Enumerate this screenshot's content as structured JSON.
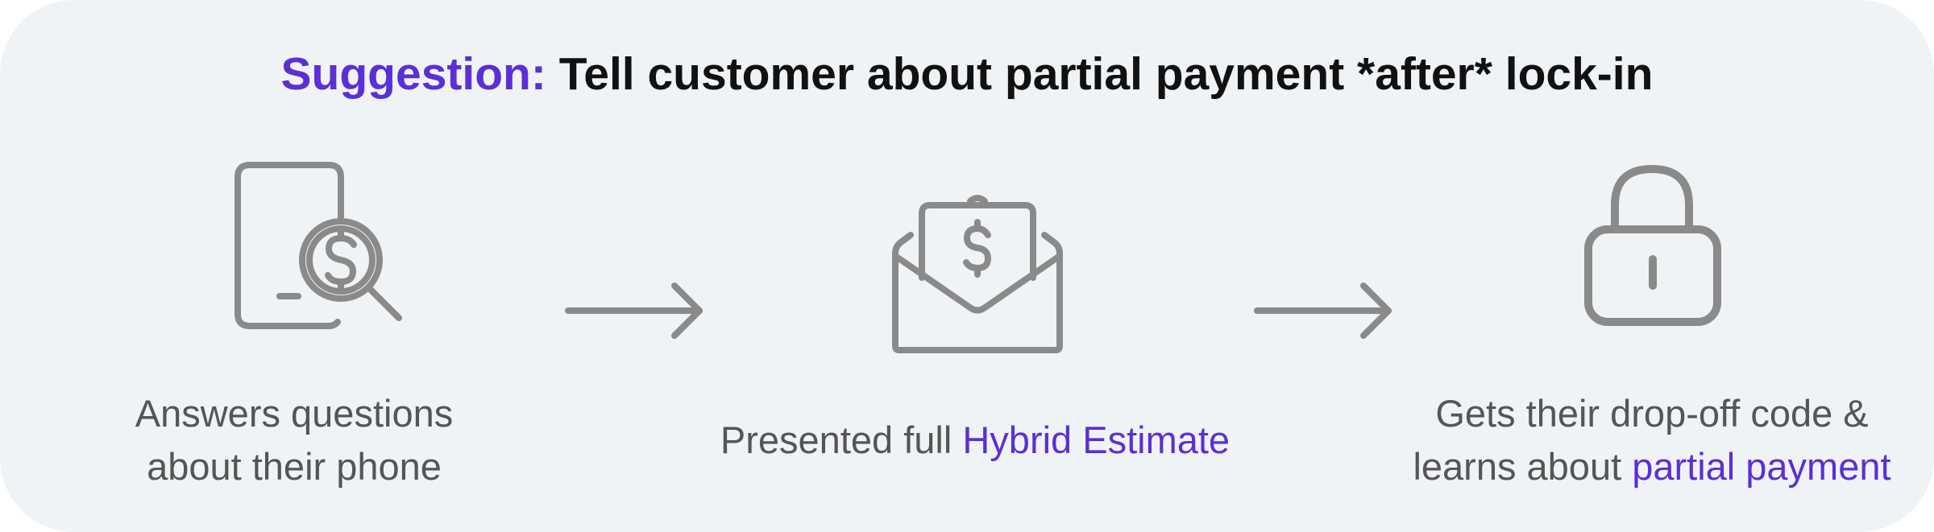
{
  "title": {
    "prefix": "Suggestion:",
    "text": "Tell customer about partial payment *after* lock-in"
  },
  "steps": [
    {
      "icon": "phone-search-dollar-icon",
      "line1": "Answers questions",
      "line2": "about their phone"
    },
    {
      "icon": "envelope-dollar-icon",
      "text": "Presented full ",
      "accent": "Hybrid Estimate"
    },
    {
      "icon": "lock-icon",
      "line1": "Gets their drop-off code &",
      "line2_text": "learns about ",
      "line2_accent": "partial payment"
    }
  ],
  "arrows": [
    "arrow-right-icon",
    "arrow-right-icon"
  ],
  "colors": {
    "background": "#f0f3f6",
    "accent": "#5b2fd6",
    "title": "#111111",
    "text": "#555555",
    "icon": "#8a8a8a"
  }
}
